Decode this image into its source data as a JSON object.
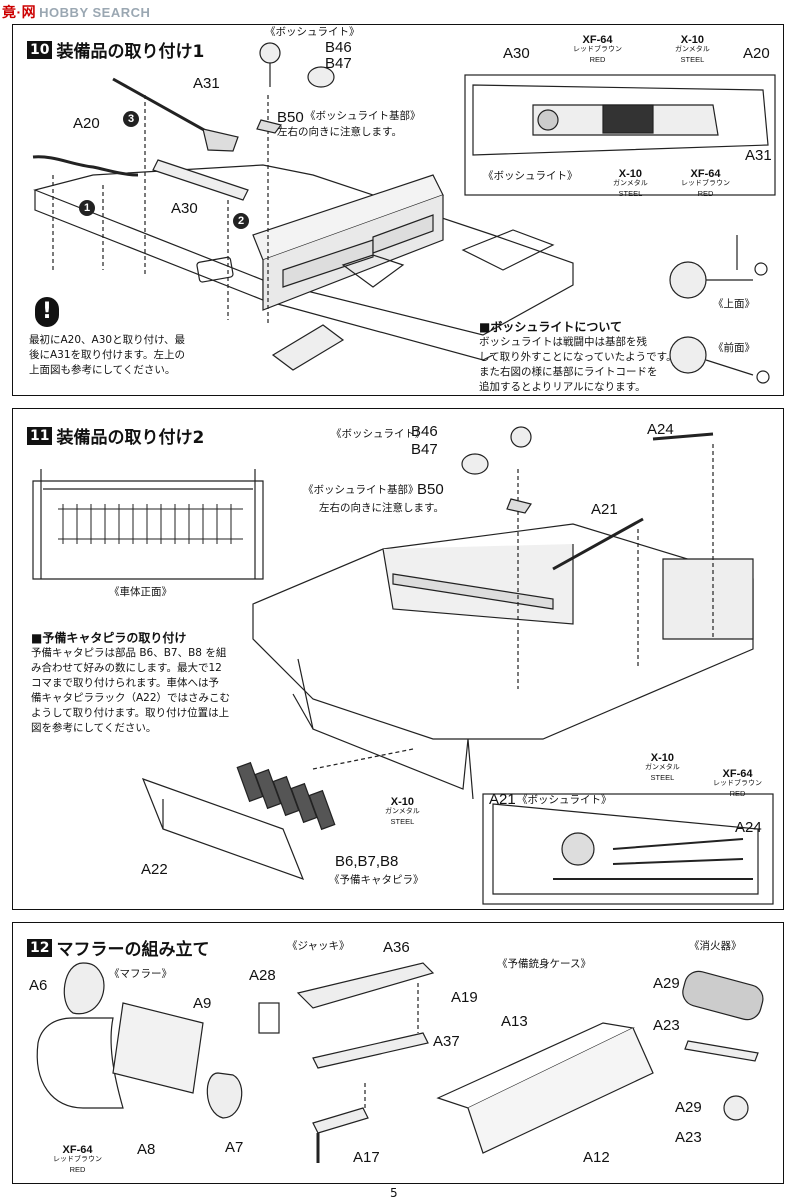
{
  "watermark": {
    "zh": "竟·网",
    "en": "HOBBY SEARCH"
  },
  "steps": [
    {
      "num": "10",
      "title": "装備品の取り付け1"
    },
    {
      "num": "11",
      "title": "装備品の取り付け2"
    },
    {
      "num": "12",
      "title": "マフラーの組み立て"
    }
  ],
  "s10": {
    "bosch_label": "《ボッシュライト》",
    "b46": "B46",
    "b47": "B47",
    "b50": "B50",
    "b50_sub": "《ボッシュライト基部》",
    "orient": "左右の向きに注意します。",
    "a31": "A31",
    "a20": "A20",
    "a30": "A30",
    "circles": [
      "1",
      "2",
      "3"
    ],
    "note": [
      "最初にA20、A30と取り付け、最",
      "後にA31を取り付けます。左上の",
      "上面図も参考にしてください。"
    ],
    "inset": {
      "a30": "A30",
      "a20": "A20",
      "a31": "A31",
      "bosch": "《ボッシュライト》",
      "paint1": {
        "code": "XF-64",
        "jp": "レッドブラウン",
        "en": "RED"
      },
      "paint2": {
        "code": "X-10",
        "jp": "ガンメタル",
        "en": "STEEL"
      },
      "paint3": {
        "code": "X-10",
        "jp": "ガンメタル",
        "en": "STEEL"
      },
      "paint4": {
        "code": "XF-64",
        "jp": "レッドブラウン",
        "en": "RED"
      }
    },
    "bosch_heading": "■ボッシュライトについて",
    "bosch_note": [
      "ボッシュライトは戦闘中は基部を残",
      "して取り外すことになっていたようです。",
      "また右図の様に基部にライトコードを",
      "追加するとよりリアルになります。"
    ],
    "top_view": "《上面》",
    "front_view": "《前面》"
  },
  "s11": {
    "bosch_label": "《ボッシュライト》",
    "b46": "B46",
    "b47": "B47",
    "base_label": "《ボッシュライト基部》",
    "b50": "B50",
    "orient": "左右の向きに注意します。",
    "a24": "A24",
    "a21": "A21",
    "front_label": "《車体正面》",
    "track_heading": "■予備キャタピラの取り付け",
    "track_note": [
      "予備キャタピラは部品 B6、B7、B8 を組",
      "み合わせて好みの数にします。最大で12",
      "コマまで取り付けられます。車体へは予",
      "備キャタピララック（A22）ではさみこむ",
      "ようして取り付けます。取り付け位置は上",
      "図を参考にしてください。"
    ],
    "paint_tr": {
      "code": "X-10",
      "jp": "ガンメタル",
      "en": "STEEL"
    },
    "a22": "A22",
    "b678": "B6,B7,B8",
    "spare_label": "《予備キャタピラ》",
    "inset": {
      "a21": "A21",
      "bosch": "《ボッシュライト》",
      "a24": "A24",
      "paint1": {
        "code": "X-10",
        "jp": "ガンメタル",
        "en": "STEEL"
      },
      "paint2": {
        "code": "XF-64",
        "jp": "レッドブラウン",
        "en": "RED"
      }
    }
  },
  "s12": {
    "muffler_label": "《マフラー》",
    "a6": "A6",
    "a9": "A9",
    "a8": "A8",
    "a7": "A7",
    "paint": {
      "code": "XF-64",
      "jp": "レッドブラウン",
      "en": "RED"
    },
    "jack_label": "《ジャッキ》",
    "a28": "A28",
    "a36": "A36",
    "a19": "A19",
    "a37": "A37",
    "a17": "A17",
    "barrel_label": "《予備銃身ケース》",
    "a13": "A13",
    "a12": "A12",
    "ext_label": "《消火器》",
    "a29": "A29",
    "a23": "A23",
    "a29b": "A29",
    "a23b": "A23"
  },
  "page_number": "5"
}
